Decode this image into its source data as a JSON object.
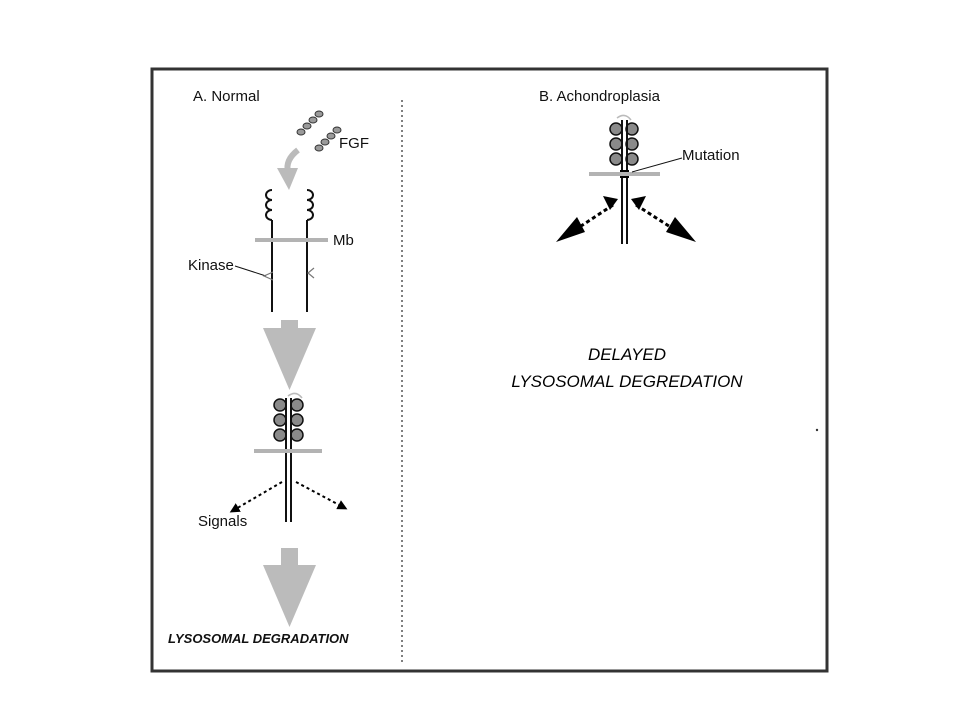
{
  "panel_a": {
    "title": "A. Normal",
    "labels": {
      "ligand": "FGF",
      "membrane": "Mb",
      "kinase": "Kinase",
      "signals": "Signals",
      "outcome": "LYSOSOMAL DEGRADATION"
    }
  },
  "panel_b": {
    "title": "B. Achondroplasia",
    "labels": {
      "mutation": "Mutation"
    },
    "outcome": {
      "line1": "DELAYED",
      "line2": "LYSOSOMAL DEGREDATION"
    }
  },
  "colors": {
    "frame": "#333333",
    "arrow_gray": "#bbbbbb",
    "membrane_gray": "#b3b3b3",
    "receptor": "#111111",
    "domain_fill": "#8a8a8a"
  }
}
